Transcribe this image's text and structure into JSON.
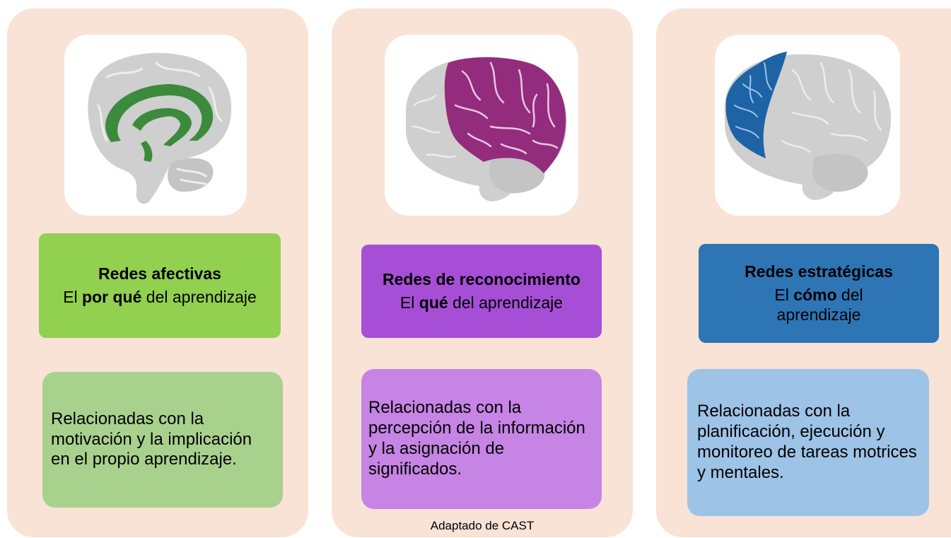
{
  "colors": {
    "panel_bg": "#f8e3d6",
    "brain_gray": "#cfcfcf",
    "affective_region": "#3c8a3c",
    "recognition_region": "#932c7d",
    "strategic_region": "#1e63a5",
    "affective_title_bg": "#92d050",
    "affective_desc_bg": "#a9d18e",
    "recognition_title_bg": "#a64fd6",
    "recognition_desc_bg": "#c684e4",
    "strategic_title_bg": "#2e75b6",
    "strategic_desc_bg": "#9dc3e6"
  },
  "networks": [
    {
      "image_icon": "brain-medial-limbic-icon",
      "title": "Redes afectivas",
      "sub_pre": "El ",
      "sub_bold": "por qué",
      "sub_post": " del aprendizaje",
      "description": "Relacionadas con la motivación y la implicación en el propio aprendizaje."
    },
    {
      "image_icon": "brain-posterior-cortex-icon",
      "title": "Redes de reconocimiento",
      "sub_pre": "El ",
      "sub_bold": "qué",
      "sub_post": " del aprendizaje",
      "description": "Relacionadas con la percepción de la información y la asignación de significados."
    },
    {
      "image_icon": "brain-frontal-lobe-icon",
      "title": "Redes estratégicas",
      "sub_pre": "El ",
      "sub_bold": "cómo",
      "sub_post": " del aprendizaje",
      "description": "Relacionadas con la planificación, ejecución y monitoreo de tareas motrices y mentales."
    }
  ],
  "credit": "Adaptado de CAST"
}
